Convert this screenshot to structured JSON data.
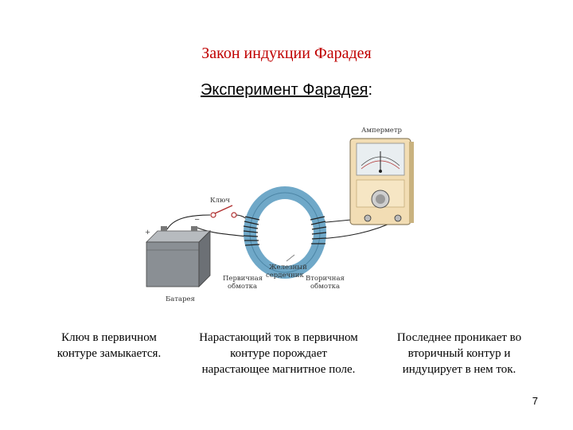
{
  "title": "Закон индукции Фарадея",
  "subtitle_main": "Эксперимент Фарадея",
  "subtitle_colon": ":",
  "diagram_labels": {
    "ammeter": "Амперметр",
    "switch": "Ключ",
    "battery": "Батарея",
    "iron_core_line1": "Железный",
    "iron_core_line2": "сердечник",
    "primary_line1": "Первичная",
    "primary_line2": "обмотка",
    "secondary_line1": "Вторичная",
    "secondary_line2": "обмотка",
    "plus": "+",
    "minus": "−"
  },
  "captions": [
    {
      "line1": "Ключ в первичном",
      "line2": "контуре замыкается."
    },
    {
      "line1": "Нарастающий ток в первичном",
      "line2": "контуре порождает",
      "line3": "нарастающее магнитное поле."
    },
    {
      "line1": "Последнее проникает во",
      "line2": "вторичный контур и",
      "line3": "индуцирует в нем ток."
    }
  ],
  "page_number": "7",
  "colors": {
    "title": "#c00000",
    "ring": "#6fa8c8",
    "meter_body": "#f2ddb4",
    "battery": "#8a8f94"
  }
}
